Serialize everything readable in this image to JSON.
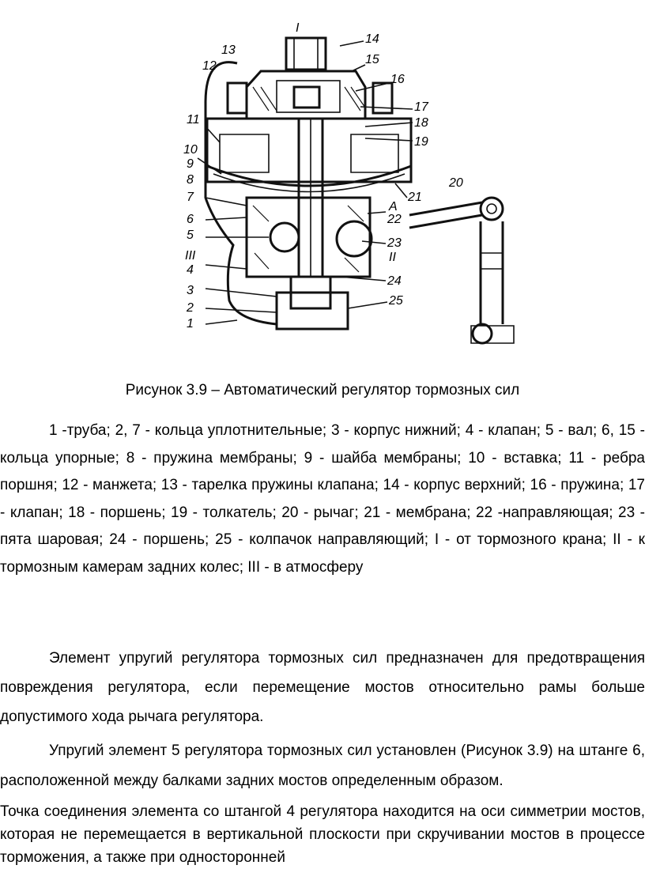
{
  "figure": {
    "labels": [
      "I",
      "14",
      "13",
      "15",
      "12",
      "16",
      "17",
      "18",
      "19",
      "11",
      "10",
      "9",
      "8",
      "21",
      "20",
      "7",
      "А",
      "22",
      "6",
      "5",
      "23",
      "II",
      "III",
      "4",
      "24",
      "3",
      "2",
      "25",
      "1"
    ]
  },
  "caption": "Рисунок 3.9 – Автоматический регулятор тормозных сил",
  "legend": "1 -труба; 2, 7 - кольца уплотнительные; 3 - корпус нижний; 4 - клапан; 5 - вал; 6, 15 - кольца упорные; 8 - пружина мембраны; 9 - шайба мембраны; 10 - вставка; 11 - ребра поршня; 12 - манжета; 13 - тарелка пружины клапана; 14 - корпус верхний; 16 - пружина; 17 - клапан; 18 - поршень; 19 - толкатель; 20 - рычаг; 21 - мембрана; 22 -направляющая; 23 - пята шаровая; 24 - поршень; 25 - колпачок направляющий; I - от тормозного крана; II - к тормозным камерам задних колес; III - в атмосферу",
  "paragraphs": [
    "Элемент упругий регулятора тормозных сил предназначен для предотвращения повреждения регулятора, если перемещение мостов относительно рамы больше допустимого хода рычага регулятора.",
    "Упругий элемент 5 регулятора тормозных сил установлен (Рисунок 3.9) на штанге 6, расположенной между балками задних мостов определенным образом.",
    "Точка соединения элемента со штангой 4 регулятора находится на оси симметрии мостов, которая не перемещается в вертикальной плоскости при скручивании мостов в процессе торможения, а также при односторонней"
  ]
}
